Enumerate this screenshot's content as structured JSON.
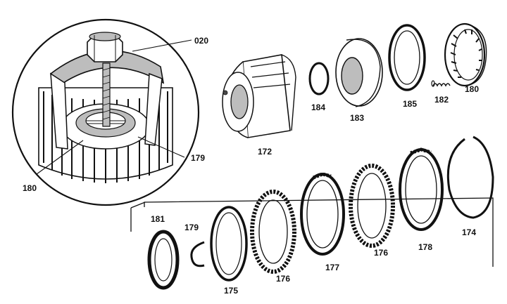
{
  "labels": {
    "l020": "020",
    "l172": "172",
    "l184": "184",
    "l183": "183",
    "l185": "185",
    "l182": "182",
    "l180a": "180",
    "l179a": "179",
    "l180b": "180",
    "l181": "181",
    "l179b": "179",
    "l175": "175",
    "l176a": "176",
    "l177": "177",
    "l176b": "176",
    "l178": "178",
    "l174": "174"
  },
  "colors": {
    "ink": "#111111",
    "paper": "#ffffff",
    "shade": "#bdbdbd"
  }
}
